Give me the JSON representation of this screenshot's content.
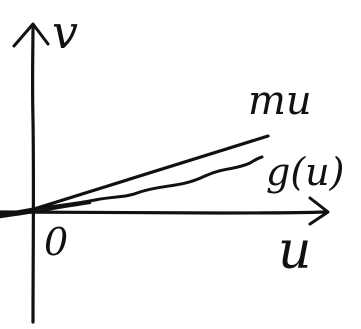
{
  "diagram": {
    "axes": {
      "x_label": "u",
      "y_label": "v",
      "origin_label": "0"
    },
    "curves": [
      {
        "label": "mu",
        "kind": "straight line through origin"
      },
      {
        "label": "g(u)",
        "kind": "wavy curve through origin, below mu"
      }
    ]
  }
}
